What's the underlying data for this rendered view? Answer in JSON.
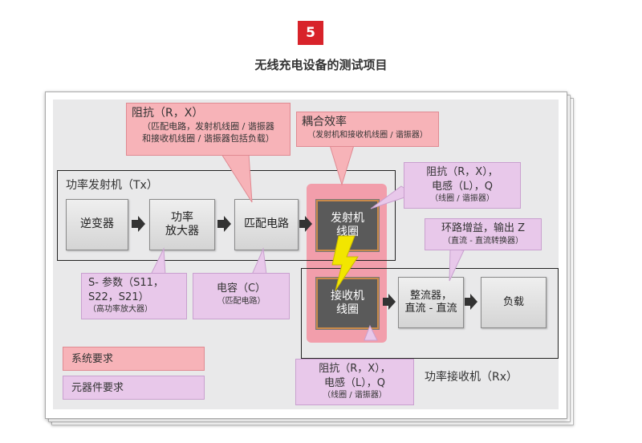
{
  "badge": "5",
  "heading": "无线充电设备的测试项目",
  "diagram": {
    "tx_region_label": "功率发射机（Tx）",
    "rx_region_label": "功率接收机（Rx）",
    "blocks": {
      "inverter": "逆变器",
      "power_amp_line1": "功率",
      "power_amp_line2": "放大器",
      "matching": "匹配电路",
      "tx_coil_line1": "发射机",
      "tx_coil_line2": "线圈",
      "rx_coil_line1": "接收机",
      "rx_coil_line2": "线圈",
      "rectifier_line1": "整流器，",
      "rectifier_line2": "直流 - 直流",
      "load": "负载"
    },
    "callouts": {
      "impedance_top_title": "阻抗（R，X）",
      "impedance_top_sub1": "（匹配电路，发射机线圈 / 谐振器",
      "impedance_top_sub2": "和接收机线圈 / 谐振器包括负载）",
      "coupling_title": "耦合效率",
      "coupling_sub": "（发射机和接收机线圈 / 谐振器）",
      "tx_coil_params_line1": "阻抗（R，X），",
      "tx_coil_params_line2": "电感（L），Q",
      "tx_coil_params_sub": "（线圈 / 谐振器）",
      "loop_gain_line1": "环路增益，输出 Z",
      "loop_gain_sub": "（直流 - 直流转换器）",
      "s_params_line1": "S- 参数（S11，",
      "s_params_line2": "S22，S21）",
      "s_params_sub": "（高功率放大器）",
      "capacitance_line1": "电容（C）",
      "capacitance_sub": "（匹配电路）",
      "rx_coil_params_line1": "阻抗（R，X），",
      "rx_coil_params_line2": "电感（L），Q",
      "rx_coil_params_sub": "（线圈 / 谐振器）"
    },
    "legend": {
      "system": "系统要求",
      "component": "元器件要求"
    }
  },
  "colors": {
    "badge": "#d8232a",
    "system_requirement": "#f7b3b8",
    "component_requirement": "#e8c8ea",
    "coupling_zone": "#f29aa8",
    "lightning": "#f2e600"
  }
}
